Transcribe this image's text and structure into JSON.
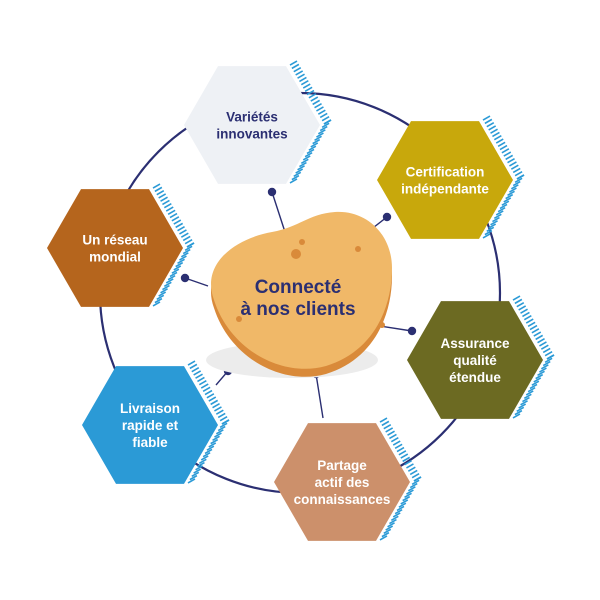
{
  "colors": {
    "ring": "#2b2f72",
    "dots": "#2b2f72",
    "stripes": "#2b9ad6",
    "potato_fill": "#f0b868",
    "potato_dark": "#d98a3a",
    "potato_shadow": "#ececec"
  },
  "center": {
    "lines": [
      "Connecté",
      "à nos clients"
    ],
    "text_color": "#2b2f72"
  },
  "nodes": [
    {
      "id": "varietes",
      "lines": [
        "Variétés",
        "innovantes"
      ],
      "fill": "#eef1f5",
      "text_color": "#2b2f72"
    },
    {
      "id": "certification",
      "lines": [
        "Certification",
        "indépendante"
      ],
      "fill": "#c8a80c",
      "text_color": "#ffffff"
    },
    {
      "id": "assurance",
      "lines": [
        "Assurance",
        "qualité",
        "étendue"
      ],
      "fill": "#6c6a22",
      "text_color": "#ffffff"
    },
    {
      "id": "partage",
      "lines": [
        "Partage",
        "actif des",
        "connaissances"
      ],
      "fill": "#cc906b",
      "text_color": "#ffffff"
    },
    {
      "id": "livraison",
      "lines": [
        "Livraison",
        "rapide et",
        "fiable"
      ],
      "fill": "#2b9ad6",
      "text_color": "#ffffff"
    },
    {
      "id": "reseau",
      "lines": [
        "Un réseau",
        "mondial"
      ],
      "fill": "#b5651d",
      "text_color": "#ffffff"
    }
  ]
}
